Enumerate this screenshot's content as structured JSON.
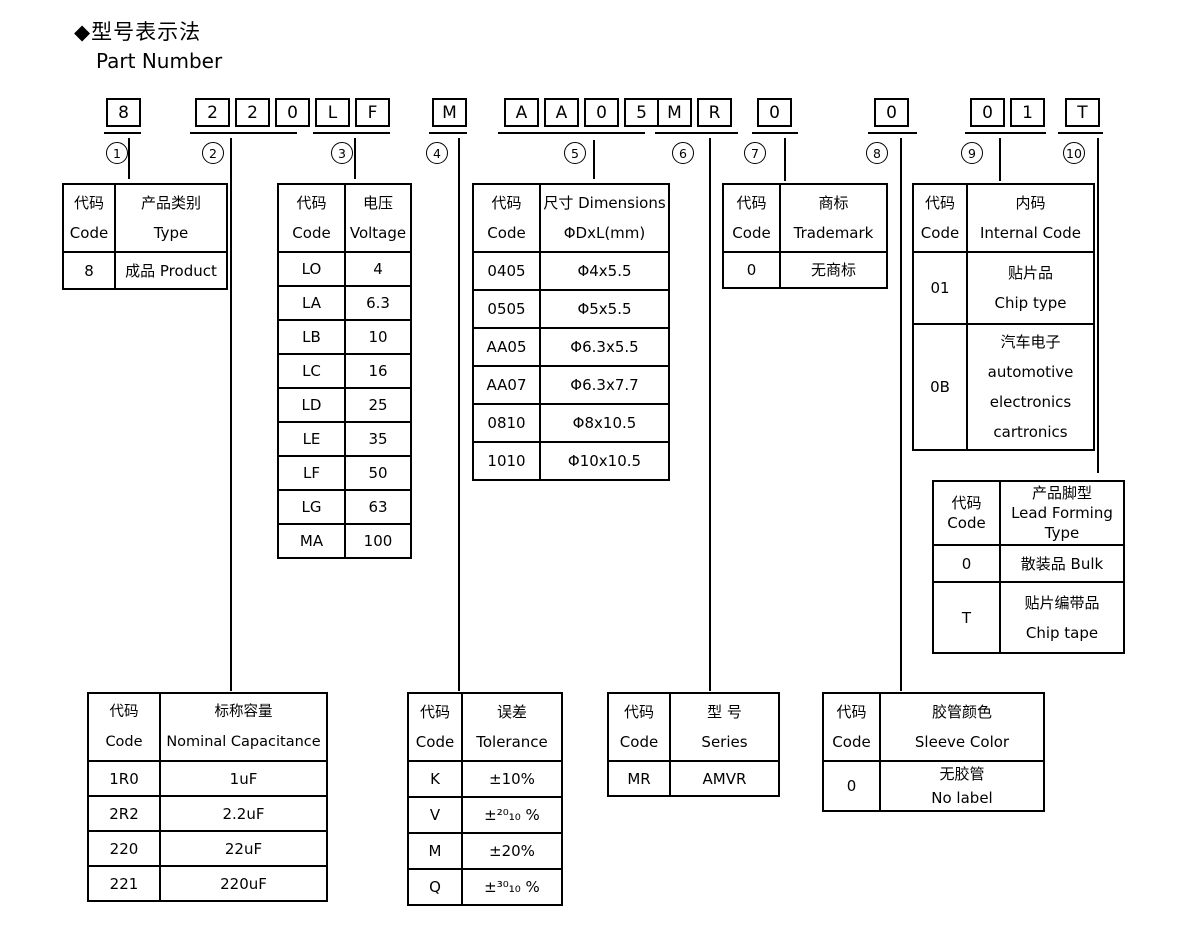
{
  "title": {
    "heading_zh": "◆型号表示法",
    "heading_en": "Part Number"
  },
  "code_groups": [
    {
      "marker": "1",
      "meaning": "product-type",
      "chars": [
        "8"
      ]
    },
    {
      "marker": "2",
      "meaning": "capacitance",
      "chars": [
        "2",
        "2",
        "0"
      ]
    },
    {
      "marker": "3",
      "meaning": "voltage",
      "chars": [
        "L",
        "F"
      ]
    },
    {
      "marker": "4",
      "meaning": "tolerance",
      "chars": [
        "M"
      ]
    },
    {
      "marker": "5",
      "meaning": "dimensions",
      "chars": [
        "A",
        "A",
        "0",
        "5"
      ]
    },
    {
      "marker": "6",
      "meaning": "series",
      "chars": [
        "M",
        "R"
      ]
    },
    {
      "marker": "7",
      "meaning": "trademark",
      "chars": [
        "0"
      ]
    },
    {
      "marker": "8",
      "meaning": "sleeve-color",
      "chars": [
        "0"
      ]
    },
    {
      "marker": "9",
      "meaning": "internal-code",
      "chars": [
        "0",
        "1"
      ]
    },
    {
      "marker": "10",
      "meaning": "lead-forming",
      "chars": [
        "T"
      ]
    }
  ],
  "tables": [
    {
      "id": "product",
      "header": [
        [
          "代码",
          "Code"
        ],
        [
          "产品类别",
          "Type"
        ]
      ],
      "rows": [
        [
          [
            "8"
          ],
          [
            "成品 Product"
          ]
        ]
      ]
    },
    {
      "id": "voltage",
      "header": [
        [
          "代码",
          "Code"
        ],
        [
          "电压",
          "Voltage"
        ]
      ],
      "rows": [
        [
          [
            "LO"
          ],
          [
            "4"
          ]
        ],
        [
          [
            "LA"
          ],
          [
            "6.3"
          ]
        ],
        [
          [
            "LB"
          ],
          [
            "10"
          ]
        ],
        [
          [
            "LC"
          ],
          [
            "16"
          ]
        ],
        [
          [
            "LD"
          ],
          [
            "25"
          ]
        ],
        [
          [
            "LE"
          ],
          [
            "35"
          ]
        ],
        [
          [
            "LF"
          ],
          [
            "50"
          ]
        ],
        [
          [
            "LG"
          ],
          [
            "63"
          ]
        ],
        [
          [
            "MA"
          ],
          [
            "100"
          ]
        ]
      ]
    },
    {
      "id": "dimensions",
      "header": [
        [
          "代码",
          "Code"
        ],
        [
          "尺寸 Dimensions",
          "ΦDxL(mm)"
        ]
      ],
      "rows": [
        [
          [
            "0405"
          ],
          [
            "Φ4x5.5"
          ]
        ],
        [
          [
            "0505"
          ],
          [
            "Φ5x5.5"
          ]
        ],
        [
          [
            "AA05"
          ],
          [
            "Φ6.3x5.5"
          ]
        ],
        [
          [
            "AA07"
          ],
          [
            "Φ6.3x7.7"
          ]
        ],
        [
          [
            "0810"
          ],
          [
            "Φ8x10.5"
          ]
        ],
        [
          [
            "1010"
          ],
          [
            "Φ10x10.5"
          ]
        ]
      ]
    },
    {
      "id": "trademark",
      "header": [
        [
          "代码",
          "Code"
        ],
        [
          "商标",
          "Trademark"
        ]
      ],
      "rows": [
        [
          [
            "0"
          ],
          [
            "无商标"
          ]
        ]
      ]
    },
    {
      "id": "internal-code",
      "header": [
        [
          "代码",
          "Code"
        ],
        [
          "内码",
          "Internal Code"
        ]
      ],
      "rows": [
        [
          [
            "01"
          ],
          [
            "贴片品",
            "Chip type"
          ]
        ],
        [
          [
            "0B"
          ],
          [
            "汽车电子",
            "automotive",
            "electronics",
            "cartronics"
          ]
        ]
      ]
    },
    {
      "id": "lead-forming",
      "header": [
        [
          "代码",
          "Code"
        ],
        [
          "产品脚型",
          "Lead Forming",
          "Type"
        ]
      ],
      "rows": [
        [
          [
            "0"
          ],
          [
            "散装品 Bulk"
          ]
        ],
        [
          [
            "T"
          ],
          [
            "贴片编带品",
            "Chip tape"
          ]
        ]
      ]
    },
    {
      "id": "capacitance",
      "header": [
        [
          "代码",
          "Code"
        ],
        [
          "标称容量",
          "Nominal Capacitance"
        ]
      ],
      "rows": [
        [
          [
            "1R0"
          ],
          [
            "1uF"
          ]
        ],
        [
          [
            "2R2"
          ],
          [
            "2.2uF"
          ]
        ],
        [
          [
            "220"
          ],
          [
            "22uF"
          ]
        ],
        [
          [
            "221"
          ],
          [
            "220uF"
          ]
        ]
      ]
    },
    {
      "id": "tolerance",
      "header": [
        [
          "代码",
          "Code"
        ],
        [
          "误差",
          "Tolerance"
        ]
      ],
      "rows": [
        [
          [
            "K"
          ],
          [
            "±10%"
          ]
        ],
        [
          [
            "V"
          ],
          [
            "±²⁰₁₀ %"
          ]
        ],
        [
          [
            "M"
          ],
          [
            "±20%"
          ]
        ],
        [
          [
            "Q"
          ],
          [
            "±³⁰₁₀ %"
          ]
        ]
      ]
    },
    {
      "id": "series",
      "header": [
        [
          "代码",
          "Code"
        ],
        [
          "型 号",
          "Series"
        ]
      ],
      "rows": [
        [
          [
            "MR"
          ],
          [
            "AMVR"
          ]
        ]
      ]
    },
    {
      "id": "sleeve",
      "header": [
        [
          "代码",
          "Code"
        ],
        [
          "胶管颜色",
          "Sleeve Color"
        ]
      ],
      "rows": [
        [
          [
            "0"
          ],
          [
            "无胶管",
            "No label"
          ]
        ]
      ]
    }
  ]
}
